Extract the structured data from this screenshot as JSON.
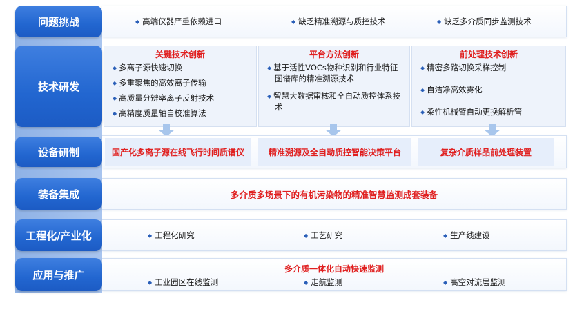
{
  "rows": {
    "problems": {
      "label": "问题挑战",
      "items": [
        "高端仪器严重依赖进口",
        "缺乏精准溯源与质控技术",
        "缺乏多介质同步监测技术"
      ]
    },
    "rnd": {
      "label": "技术研发",
      "columns": [
        {
          "title": "关键技术创新",
          "items": [
            "多离子源快速切换",
            "多重聚焦的高效离子传输",
            "高质量分辨率离子反射技术",
            "高精度质量轴自校准算法"
          ]
        },
        {
          "title": "平台方法创新",
          "items": [
            "基于活性VOCs物种识别和行业特征图谱库的精准溯源技术",
            "智慧大数据审核和全自动质控体系技术"
          ]
        },
        {
          "title": "前处理技术创新",
          "items": [
            "精密多路切换采样控制",
            "自洁净高效雾化",
            "柔性机械臂自动更换解析管"
          ]
        }
      ]
    },
    "equipment": {
      "label": "设备研制",
      "items": [
        "国产化多离子源在线飞行时间质谱仪",
        "精准溯源及全自动质控智能决策平台",
        "复杂介质样品前处理装置"
      ]
    },
    "integration": {
      "label": "装备集成",
      "text": "多介质多场景下的有机污染物的精准智慧监测成套装备"
    },
    "industrial": {
      "label": "工程化/产业化",
      "items": [
        "工程化研究",
        "工艺研究",
        "生产线建设"
      ]
    },
    "application": {
      "label": "应用与推广",
      "title": "多介质一体化自动快速监测",
      "items": [
        "工业园区在线监测",
        "走航监测",
        "高空对流层监测"
      ]
    }
  },
  "colors": {
    "label_blue": "#2266d0",
    "accent_red": "#e02020",
    "bullet_blue": "#2a5fb8"
  }
}
